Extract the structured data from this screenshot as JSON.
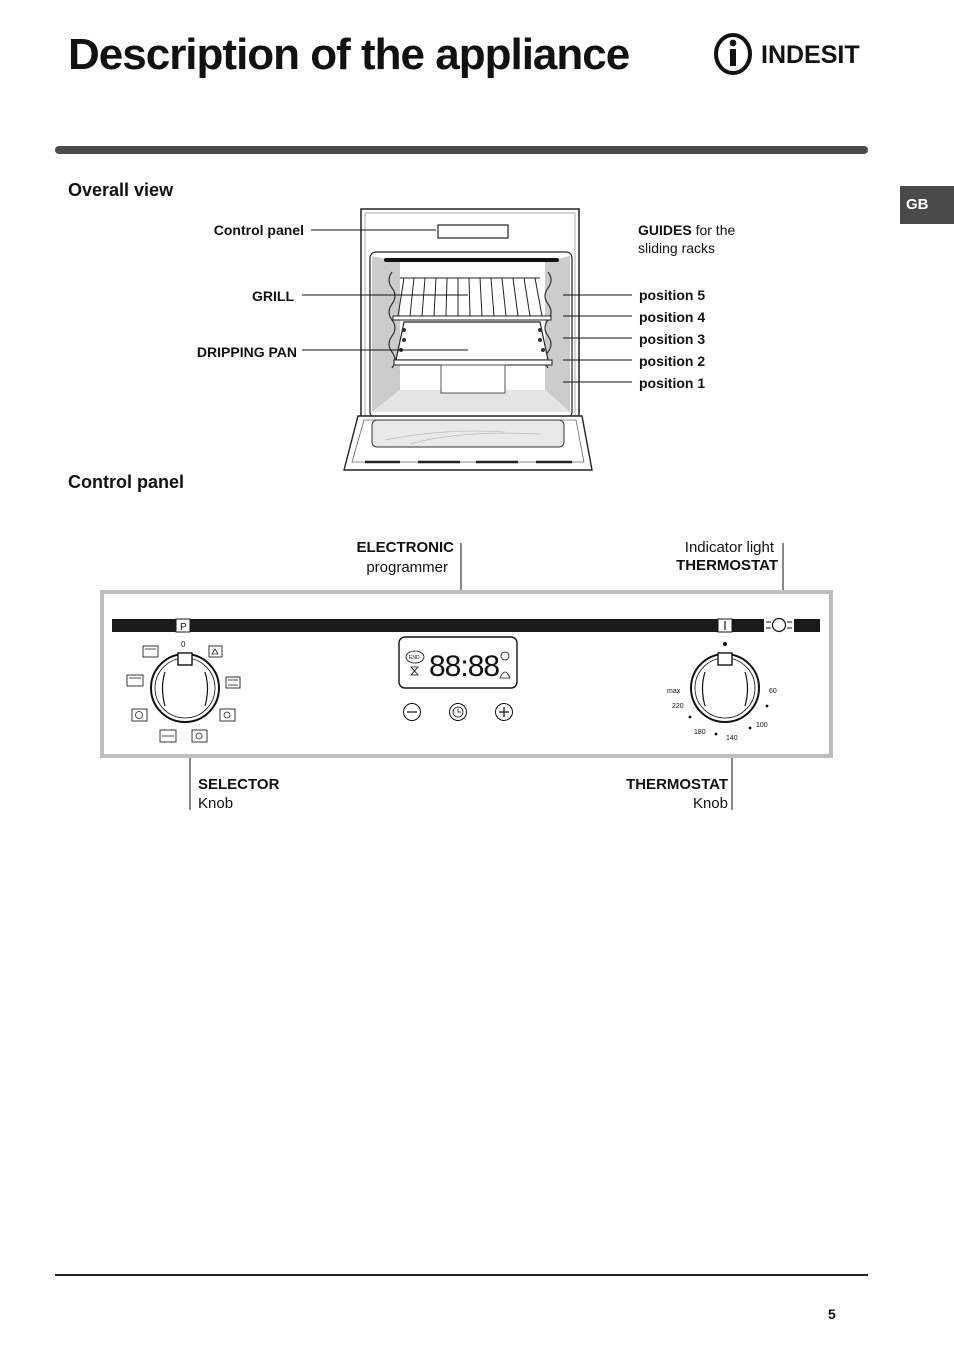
{
  "header": {
    "title": "Description of the appliance",
    "brand": "INDESIT",
    "lang_tab": "GB"
  },
  "overall_view": {
    "heading": "Overall view",
    "labels": {
      "control_panel": "Control panel",
      "grill": "GRILL",
      "dripping_pan": "DRIPPING PAN",
      "guides_bold": "GUIDES",
      "guides_rest": " for the",
      "guides_line2": "sliding racks"
    },
    "positions": [
      "position 5",
      "position 4",
      "position 3",
      "position 2",
      "position 1"
    ]
  },
  "control_panel": {
    "heading": "Control panel",
    "labels": {
      "electronic": "ELECTRONIC",
      "programmer": "programmer",
      "indicator_light": "Indicator light",
      "thermostat_top": "THERMOSTAT",
      "selector": "SELECTOR",
      "selector_knob": "Knob",
      "thermostat_bottom": "THERMOSTAT",
      "thermostat_knob": "Knob"
    },
    "panel_strip_left": "P",
    "selector_zero": "0",
    "display_digits": "88:88",
    "display_end": "END",
    "thermostat_scale": [
      "max",
      "220",
      "180",
      "140",
      "100",
      "60"
    ]
  },
  "footer": {
    "page_number": "5"
  }
}
